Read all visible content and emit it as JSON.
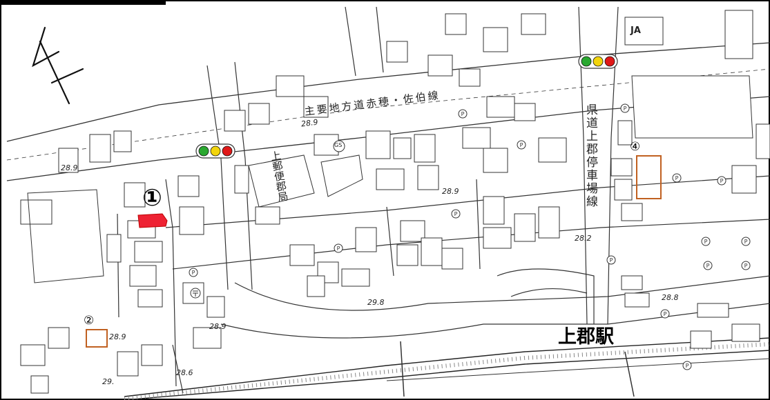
{
  "map": {
    "route_label": "主要地方道赤穂・佐伯線",
    "pref_road_label": "県道上郡停車場線",
    "station_label": "上郡駅",
    "post_office_label": "上郵便郡局",
    "ja_label": "JA",
    "gs_label": "GS",
    "markers": [
      "①",
      "②",
      "④"
    ],
    "elevations": [
      "28.9",
      "28.9",
      "28.9",
      "28.2",
      "29.8",
      "28.9",
      "28.9",
      "28.8",
      "28.6",
      "29."
    ],
    "colors": {
      "lot_fill": "#ee2233",
      "lot_outline": "#c06020",
      "signal_green": "#2aa830",
      "signal_yellow": "#f2d40c",
      "signal_red": "#e01818"
    },
    "icons": [
      "north-arrow-icon",
      "traffic-signal-icon",
      "parking-symbol-icon",
      "post-office-symbol-icon",
      "gas-station-symbol-icon"
    ]
  }
}
